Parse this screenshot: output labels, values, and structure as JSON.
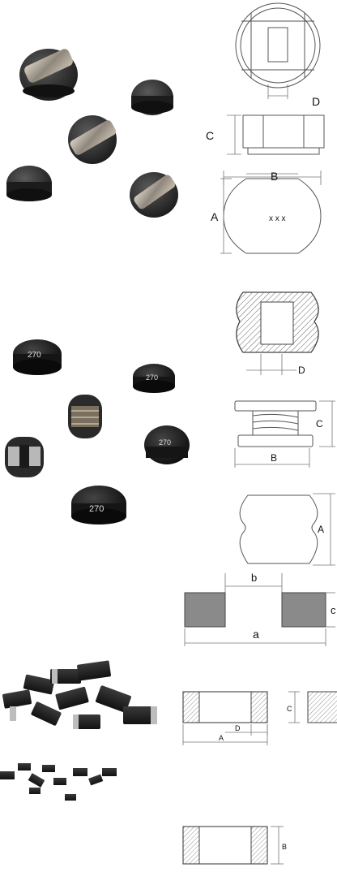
{
  "section1": {
    "top_view": {
      "dim_d": "D"
    },
    "side_view": {
      "dim_c": "C"
    },
    "bottom_view": {
      "dim_a": "A",
      "dim_b": "B",
      "marking": "x x x"
    }
  },
  "section2": {
    "component_marking": "270",
    "top_view": {
      "dim_d": "D"
    },
    "side_view": {
      "dim_b": "B",
      "dim_c": "C"
    },
    "bottom_view": {
      "dim_a": "A"
    }
  },
  "section3": {
    "pad_layout": {
      "dim_a": "a",
      "dim_b": "b",
      "dim_c": "c"
    },
    "chip_side": {
      "dim_a": "A",
      "dim_d": "D",
      "dim_c": "C"
    },
    "chip_top": {
      "dim_b": "B"
    }
  }
}
